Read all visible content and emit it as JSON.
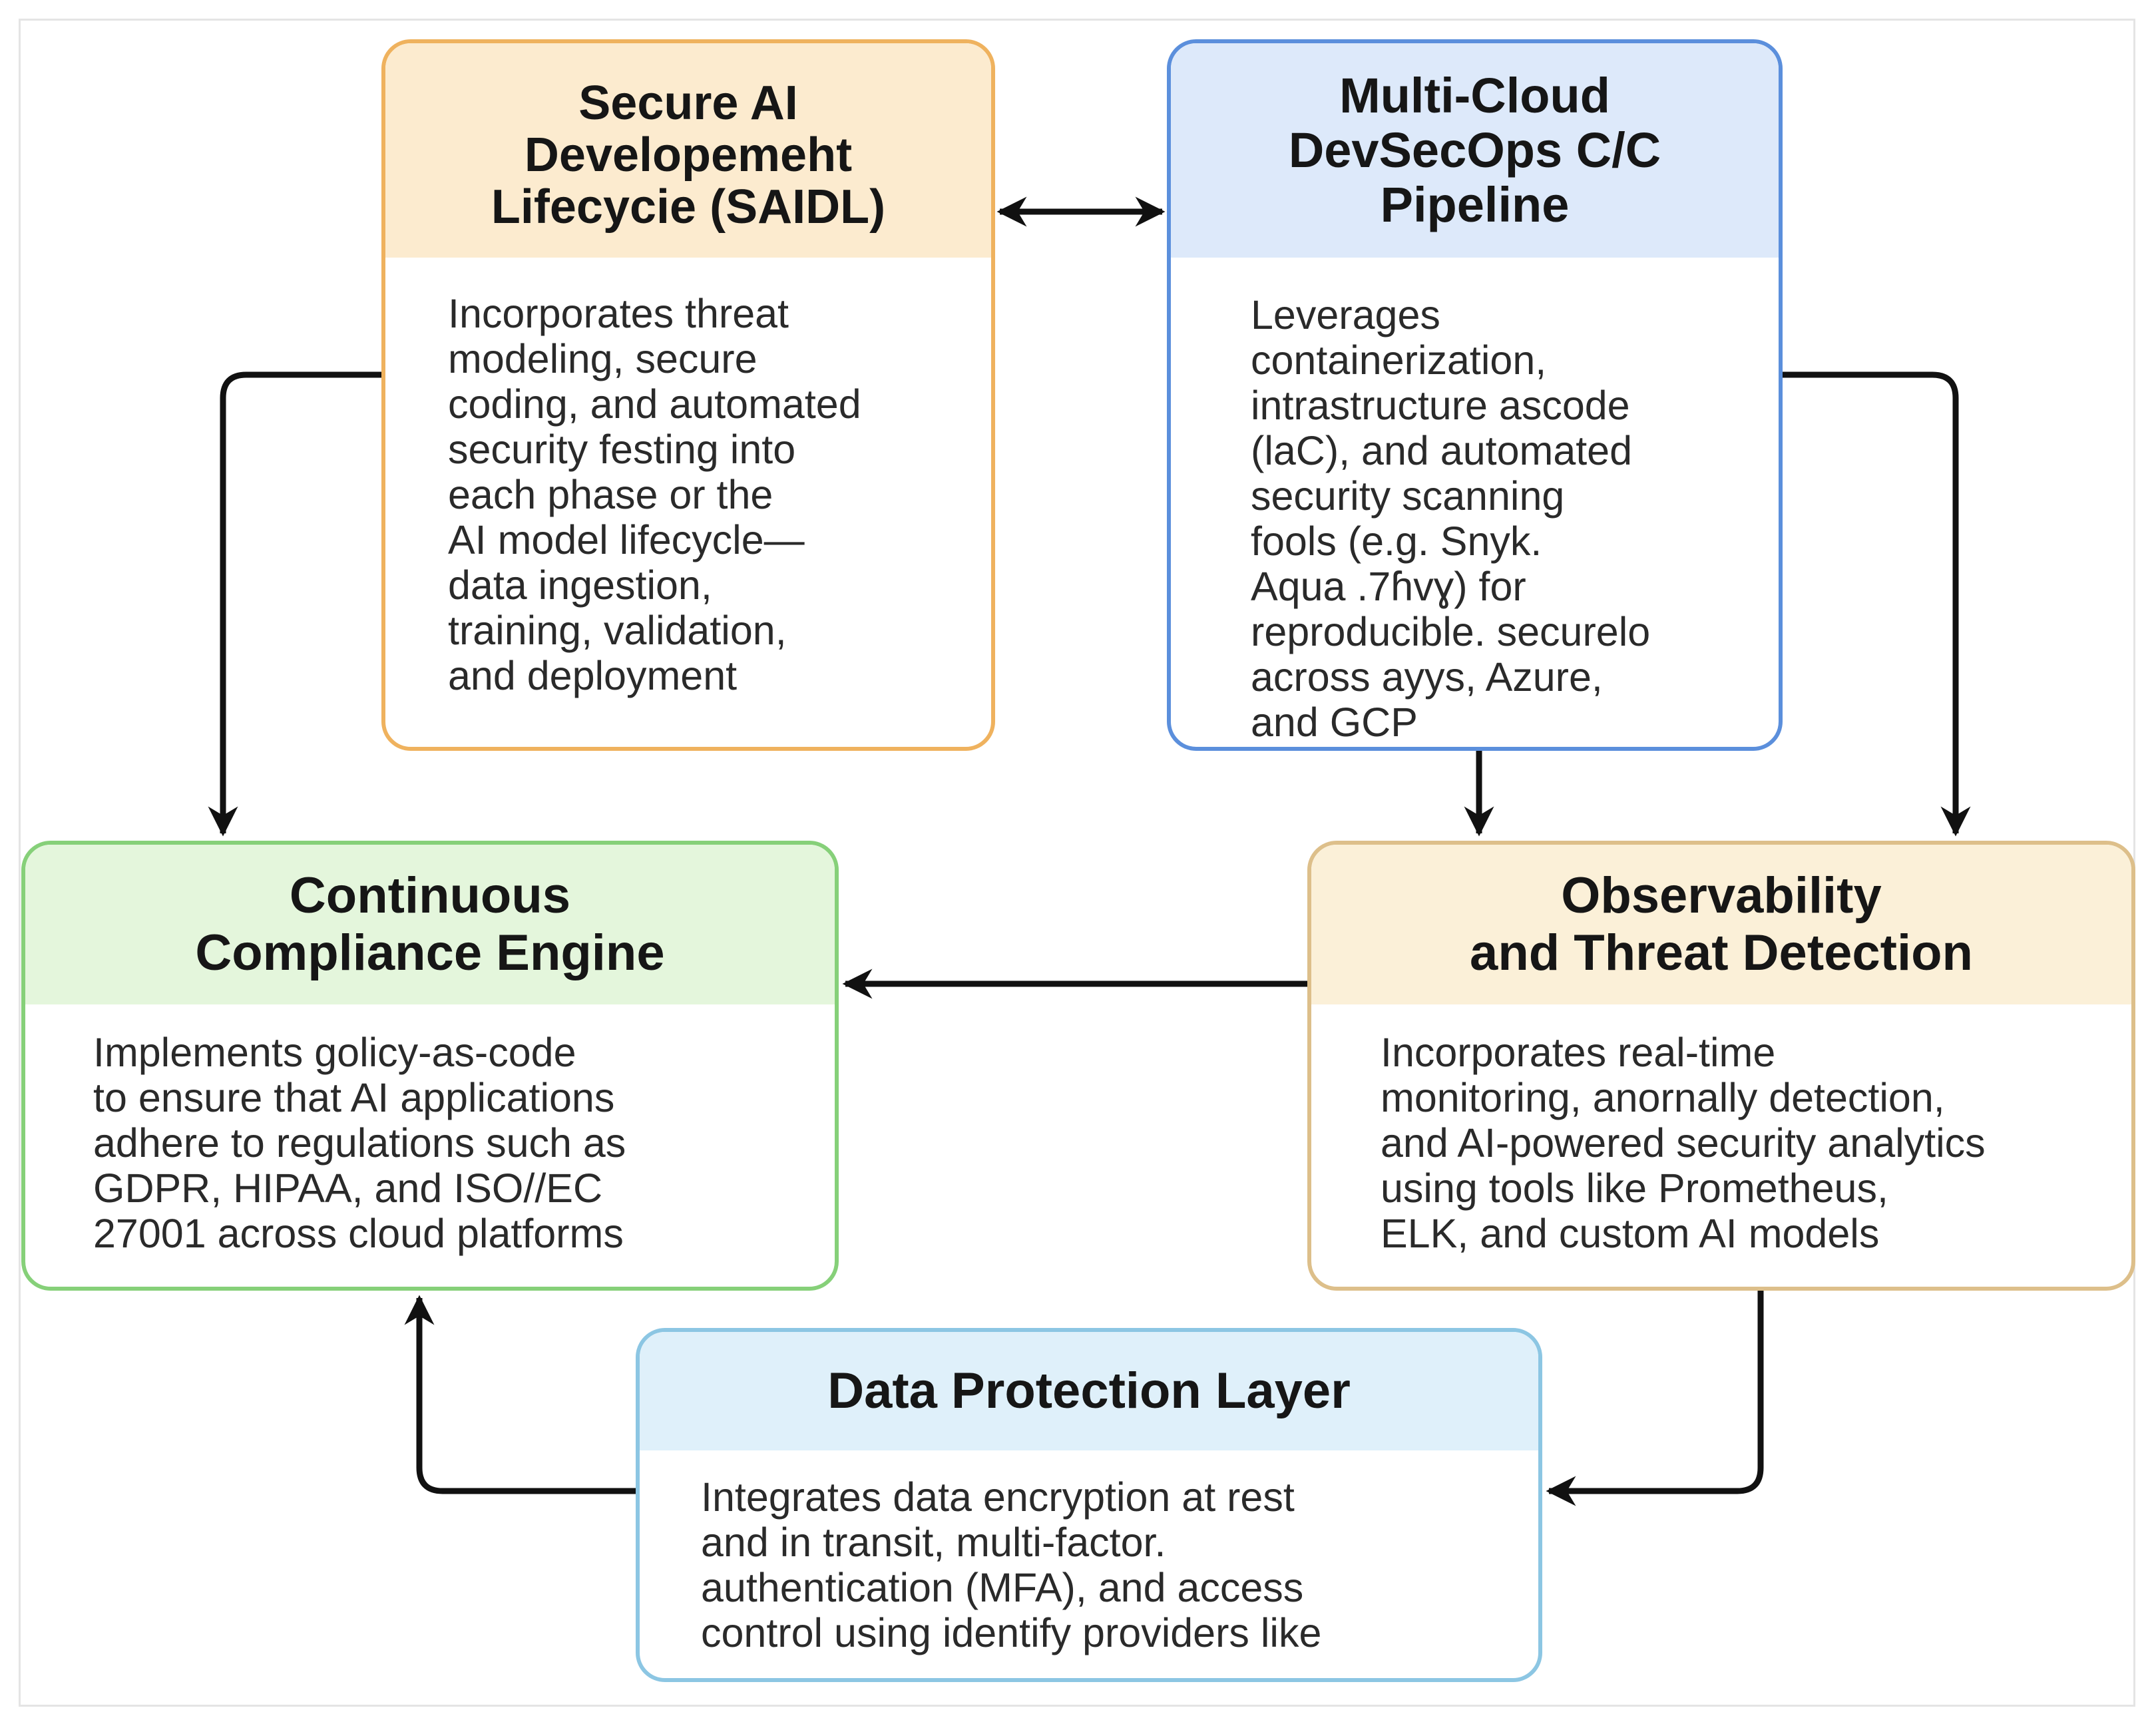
{
  "boxes": {
    "saidl": {
      "title": "Secure AI\nDevelopemeht\nLifecycie (SAIDL)",
      "body": "Incorporates threat\nmodeling, secure\ncoding, and automated\nsecurity festing into\neach phase or the\nAI model lifecycle—\ndata ingestion,\ntraining, validation,\nand deployment"
    },
    "devsecops": {
      "title": "Multi-Cloud\nDevSecOps C/C\nPipeline",
      "body": "Leverages\ncontainerization,\nintrastructure ascode\n(laC), and automated\nsecurity scanning\nfools (e.g. Snyk.\nAqua .7ɦvɣ) for\nreproducible. securelo\nacross ayys, Azure,\nand GCP"
    },
    "compliance": {
      "title": "Continuous\nCompliance Engine",
      "body": "Implements golicy-as-code\nto ensure that AI applications\nadhere to regulations such as\nGDPR, HIPAA, and ISO//EC\n27001 across cloud platforms"
    },
    "observability": {
      "title": "Observability\nand Threat Detection",
      "body": "Incorporates real-time\nmonitoring, anornally detection,\nand AI-powered security analytics\nusing tools like Prometheus,\nELK, and custom AI models"
    },
    "dataprot": {
      "title": "Data Protection Layer",
      "body": "Integrates data encryption at rest\nand in transit, multi-factor.\nauthentication (MFA), and access\ncontrol using identify providers like"
    }
  },
  "colors": {
    "saidl_border": "#efb25e",
    "saidl_header": "#fcebcf",
    "devsecops_border": "#5b8fdc",
    "devsecops_header": "#dde9fa",
    "compliance_border": "#86d079",
    "compliance_header": "#e4f6dc",
    "observability_border": "#ddbf8a",
    "observability_header": "#fbf0d8",
    "dataprot_border": "#8cc6e3",
    "dataprot_header": "#dff0fa",
    "arrow": "#111111"
  }
}
